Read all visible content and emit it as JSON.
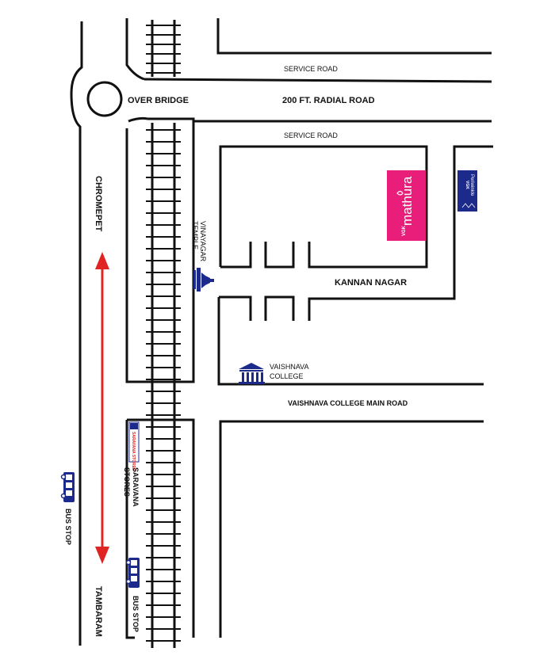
{
  "map": {
    "roads": {
      "service_road_top": "SERVICE ROAD",
      "radial_road": "200 FT. RADIAL ROAD",
      "service_road_bottom": "SERVICE ROAD",
      "kannan_nagar": "KANNAN NAGAR",
      "college_main_road": "VAISHNAVA COLLEGE MAIN ROAD"
    },
    "places": {
      "over_bridge": "OVER BRIDGE",
      "chromepet": "CHROMEPET",
      "tambaram": "TAMBARAM",
      "vinayagar_line1": "VINAYAGAR",
      "vinayagar_line2": "TEMPLE",
      "college_line1": "VAISHNAVA",
      "college_line2": "COLLEGE",
      "saravana_line1": "SARAVANA",
      "saravana_line2": "STORES",
      "saravana_sign": "SARAVANA STORES",
      "bus_stop_left": "BUS STOP",
      "bus_stop_right": "BUS STOP"
    },
    "logos": {
      "mathura_brand": "mathura",
      "mathura_prefix": "VGK",
      "vgk_prefix": "VGK",
      "vgk_brand": "Periwinkle"
    },
    "colors": {
      "road": "#111111",
      "arrow": "#e02424",
      "icon": "#1c2a8c",
      "mathura_bg": "#e91e7a"
    },
    "icons": [
      "roundabout-icon",
      "train-track-icon",
      "temple-icon",
      "college-icon",
      "bus-icon",
      "direction-arrow-icon"
    ]
  }
}
